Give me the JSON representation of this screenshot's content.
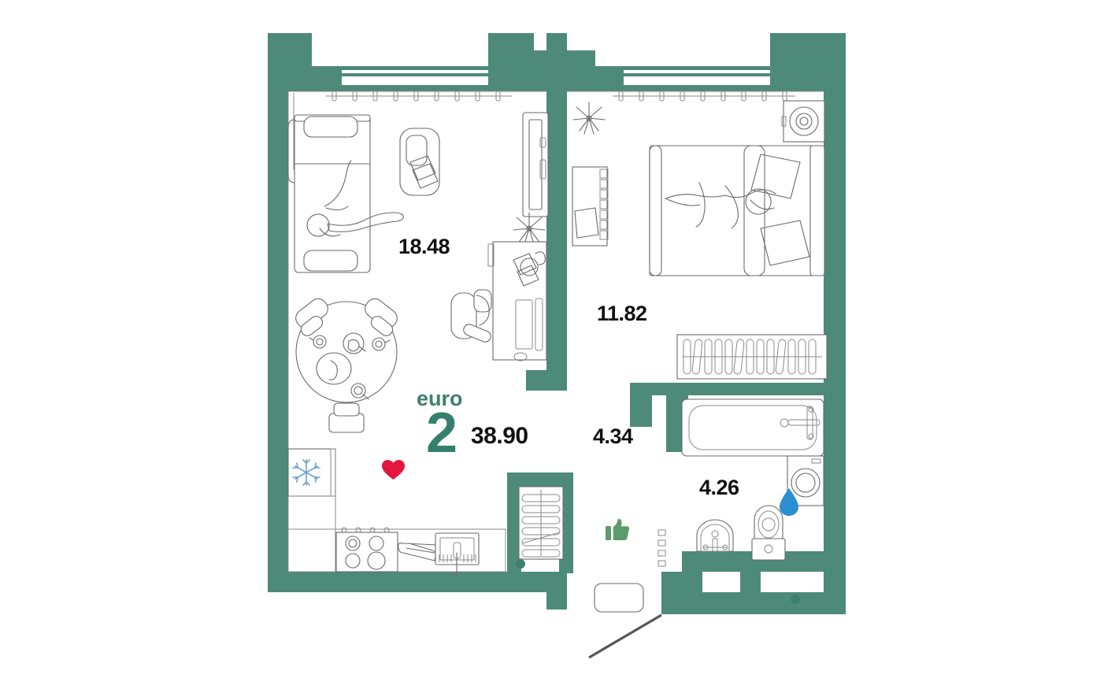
{
  "plan": {
    "type": "apartment-floor-plan",
    "brand_label": "euro",
    "rooms_count": "2",
    "total_area": "38.90",
    "accent_color": "#4d8a79",
    "heart_color": "#e2163f",
    "thumb_color": "#5d9b6c",
    "drop_color": "#2a8fd0",
    "wall_color": "#4d8a79",
    "background_color": "#ffffff",
    "rooms": [
      {
        "name": "living-room",
        "area": "18.48"
      },
      {
        "name": "bedroom",
        "area": "11.82"
      },
      {
        "name": "hallway",
        "area": "4.34"
      },
      {
        "name": "bathroom",
        "area": "4.26"
      }
    ],
    "icons": {
      "heart": "heart-icon",
      "thumbs_up": "thumbs-up-icon",
      "water_drop": "water-drop-icon",
      "snowflake": "snowflake-icon"
    },
    "furniture": {
      "living_room": [
        "sofa",
        "person-reclining",
        "coffee-table",
        "tv",
        "plant",
        "desk",
        "office-chair",
        "laptop",
        "curtain-rod"
      ],
      "bedroom": [
        "double-bed",
        "person-lying",
        "pillows",
        "nightstand",
        "lamp",
        "dresser",
        "plant",
        "curtain-rod"
      ],
      "kitchen": [
        "round-dining-table",
        "chairs",
        "refrigerator",
        "cooktop",
        "cutting-board",
        "sink",
        "counter"
      ],
      "hallway": [
        "wardrobe",
        "entrance-door",
        "door-mat"
      ],
      "bathroom": [
        "towel-radiator",
        "bathtub",
        "washing-machine",
        "toilet",
        "washbasin"
      ]
    }
  }
}
